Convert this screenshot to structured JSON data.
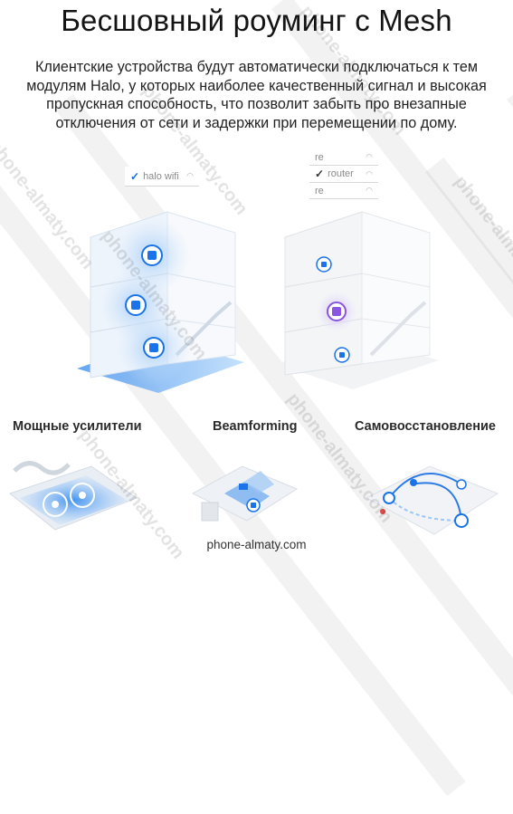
{
  "title": "Бесшовный роуминг с Mesh",
  "description": "Клиентские устройства будут автоматически подключаться к тем модулям Halo, у которых наиболее качественный сигнал и высокая пропускная способность, что позволит забыть про внезапные отключения от сети и задержки при перемещении по дому.",
  "left_house": {
    "network_tag": "halo wifi"
  },
  "right_house": {
    "network_list": [
      "re",
      "router",
      "re"
    ]
  },
  "features": [
    "Мощные усилители",
    "Beamforming",
    "Самовосстановление"
  ],
  "footer_site": "phone-almaty.com",
  "watermark": "phone-almaty.com",
  "colors": {
    "accent_blue": "#1a73e8",
    "glow_blue": "#7fb8f2",
    "purple": "#8a55e0"
  }
}
